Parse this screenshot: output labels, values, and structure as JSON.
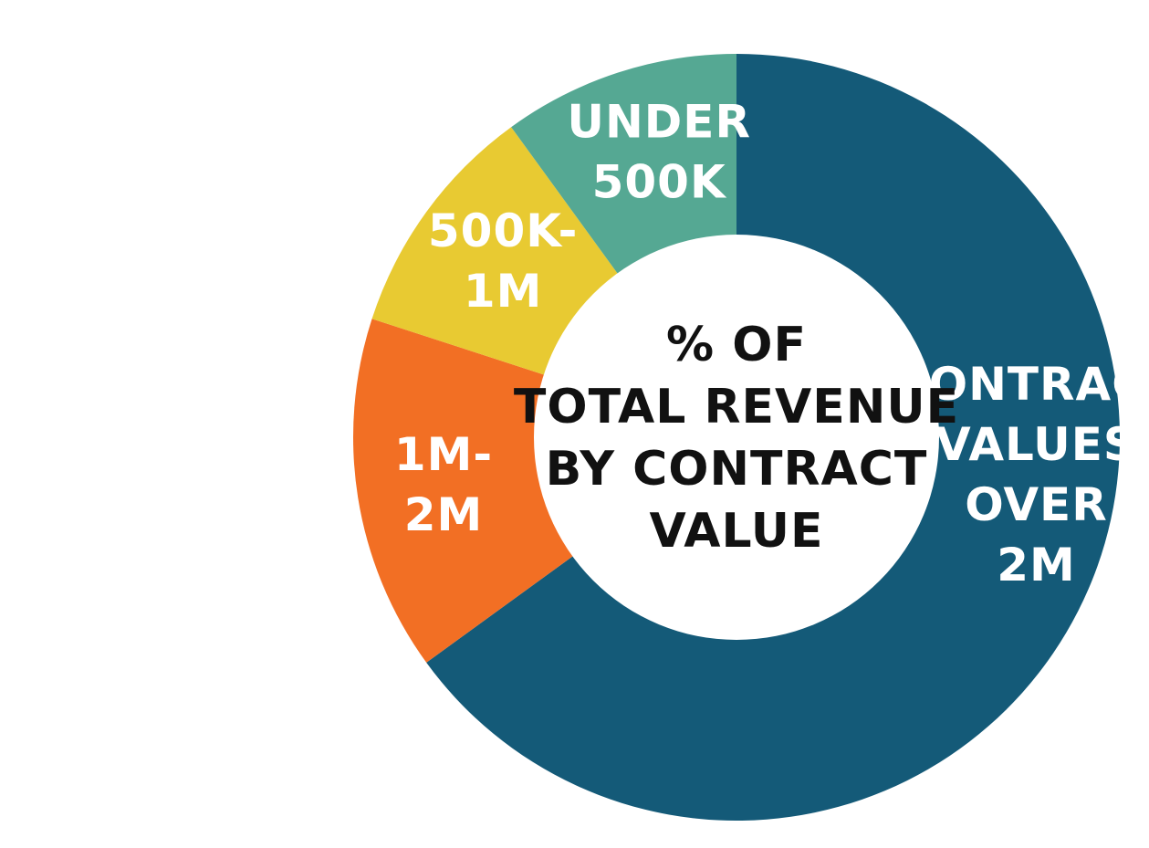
{
  "chart_data": {
    "type": "pie",
    "donut": true,
    "center_title_lines": [
      "% OF",
      "TOTAL REVENUE",
      "BY CONTRACT",
      "VALUE"
    ],
    "slices": [
      {
        "label_lines": [
          "CONTRACT",
          "VALUES",
          "OVER",
          "2M"
        ],
        "value": 65,
        "color": "#145A78"
      },
      {
        "label_lines": [
          "1M-",
          "2M"
        ],
        "value": 15,
        "color": "#F26F24"
      },
      {
        "label_lines": [
          "500K-",
          "1M"
        ],
        "value": 10,
        "color": "#E8CA32"
      },
      {
        "label_lines": [
          "UNDER",
          "500K"
        ],
        "value": 10,
        "color": "#55A893"
      }
    ],
    "start": "top",
    "direction": "clockwise"
  }
}
